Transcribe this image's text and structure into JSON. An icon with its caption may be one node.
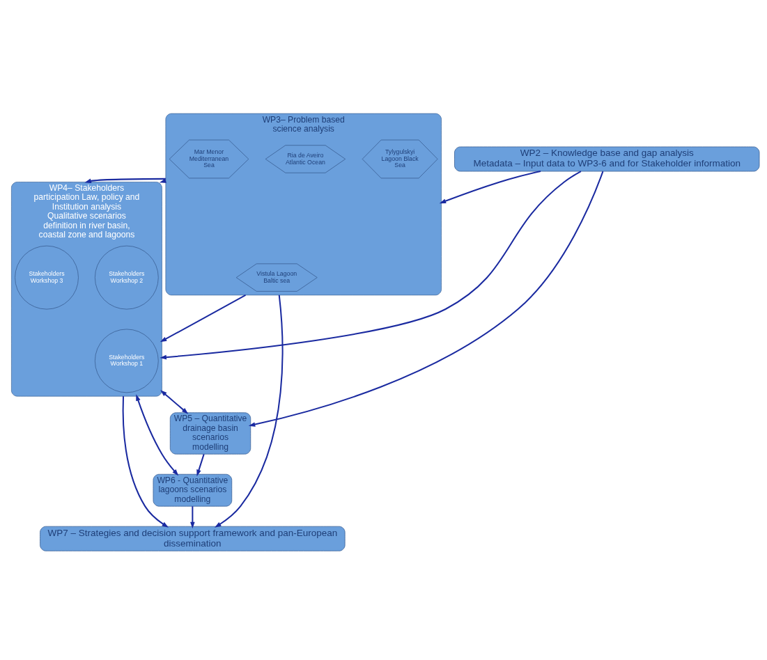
{
  "diagram": {
    "nodes": [
      {
        "text": [
          "WP2 – Knowledge base and gap analysis",
          "Metadata – Input data to WP3-6 and for Stakeholder information"
        ]
      },
      {
        "text": [
          "WP3– Problem based science analysis"
        ]
      },
      {
        "text": [
          "Vistula Lagoon Baltic sea"
        ],
        "in": 1
      },
      {
        "text": [
          "Tylygulskyi Lagoon Black Sea"
        ],
        "in": 1
      },
      {
        "text": [
          "Ria de Aveiro Atlantic Ocean"
        ],
        "in": 1
      },
      {
        "text": [
          "Mar Menor Mediterranean Sea"
        ],
        "in": 1
      },
      {
        "text": [
          "WP4– Stakeholders participation Law, policy and Institution analysis",
          "Qualitative scenarios  definition in river basin, coastal zone and lagoons"
        ]
      },
      {
        "text": [
          "Stakeholders Workshop 1"
        ],
        "in": 6
      },
      {
        "text": [
          "Stakeholders Workshop 2"
        ],
        "in": 6
      },
      {
        "text": [
          "Stakeholders Workshop 3"
        ],
        "in": 6
      },
      {
        "text": [
          "WP5 – Quantitative drainage basin scenarios modelling"
        ]
      },
      {
        "text": [
          "WP6 - Quantitative lagoons scenarios modelling"
        ]
      },
      {
        "text": [
          "WP7 – Strategies and decision support framework and pan-European dissemination"
        ]
      }
    ],
    "edges": [
      {
        "from": 0,
        "to": 1,
        "arrow": "to"
      },
      {
        "from": 0,
        "to": 6,
        "arrow": "to"
      },
      {
        "from": 0,
        "to": 10,
        "arrow": "to"
      },
      {
        "from": 1,
        "to": 6,
        "arrow": "to"
      },
      {
        "from": 1,
        "to": 6,
        "arrow": "to"
      },
      {
        "from": 1,
        "to": 6,
        "arrow": "to"
      },
      {
        "from": 6,
        "to": 10,
        "arrow": "both"
      },
      {
        "from": 6,
        "to": 11,
        "arrow": "both"
      },
      {
        "from": 10,
        "to": 11,
        "arrow": "to"
      },
      {
        "from": 1,
        "to": 12,
        "arrow": "to"
      },
      {
        "from": 6,
        "to": 12,
        "arrow": "to"
      },
      {
        "from": 11,
        "to": 12,
        "arrow": "to"
      }
    ]
  }
}
